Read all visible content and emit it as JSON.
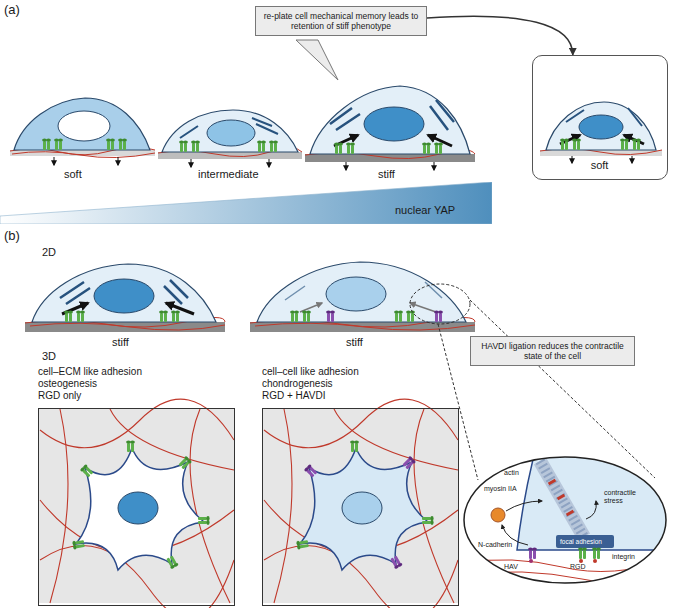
{
  "diagram": {
    "nodes": [
      {
        "text": [
          "re-plate cell mechanical memory leads to retention of stiff phenotype"
        ]
      },
      {
        "text": [
          "soft"
        ]
      },
      {
        "text": [
          "nuclear YAP"
        ]
      },
      {
        "text": [
          "HAVDI ligation reduces the contractile state of the cell"
        ]
      },
      {
        "text": [
          "cell–ECM like adhesion",
          "osteogenesis",
          "RGD only"
        ]
      },
      {
        "text": [
          "cell–cell like adhesion",
          "chondrogenesis",
          "RGD + HAVDI"
        ]
      },
      {
        "text": [
          "actin",
          "myosin IIA",
          "contractile stress",
          "N-cadherin",
          "focal adhesion",
          "integrin",
          "HAV",
          "RGD"
        ]
      }
    ],
    "edges": [
      {
        "from": 0,
        "to": 1,
        "arrow": "to"
      }
    ],
    "labels": [
      "(a)",
      "soft",
      "intermediate",
      "stiff",
      "(b)",
      "2D",
      "stiff",
      "stiff",
      "3D"
    ]
  }
}
